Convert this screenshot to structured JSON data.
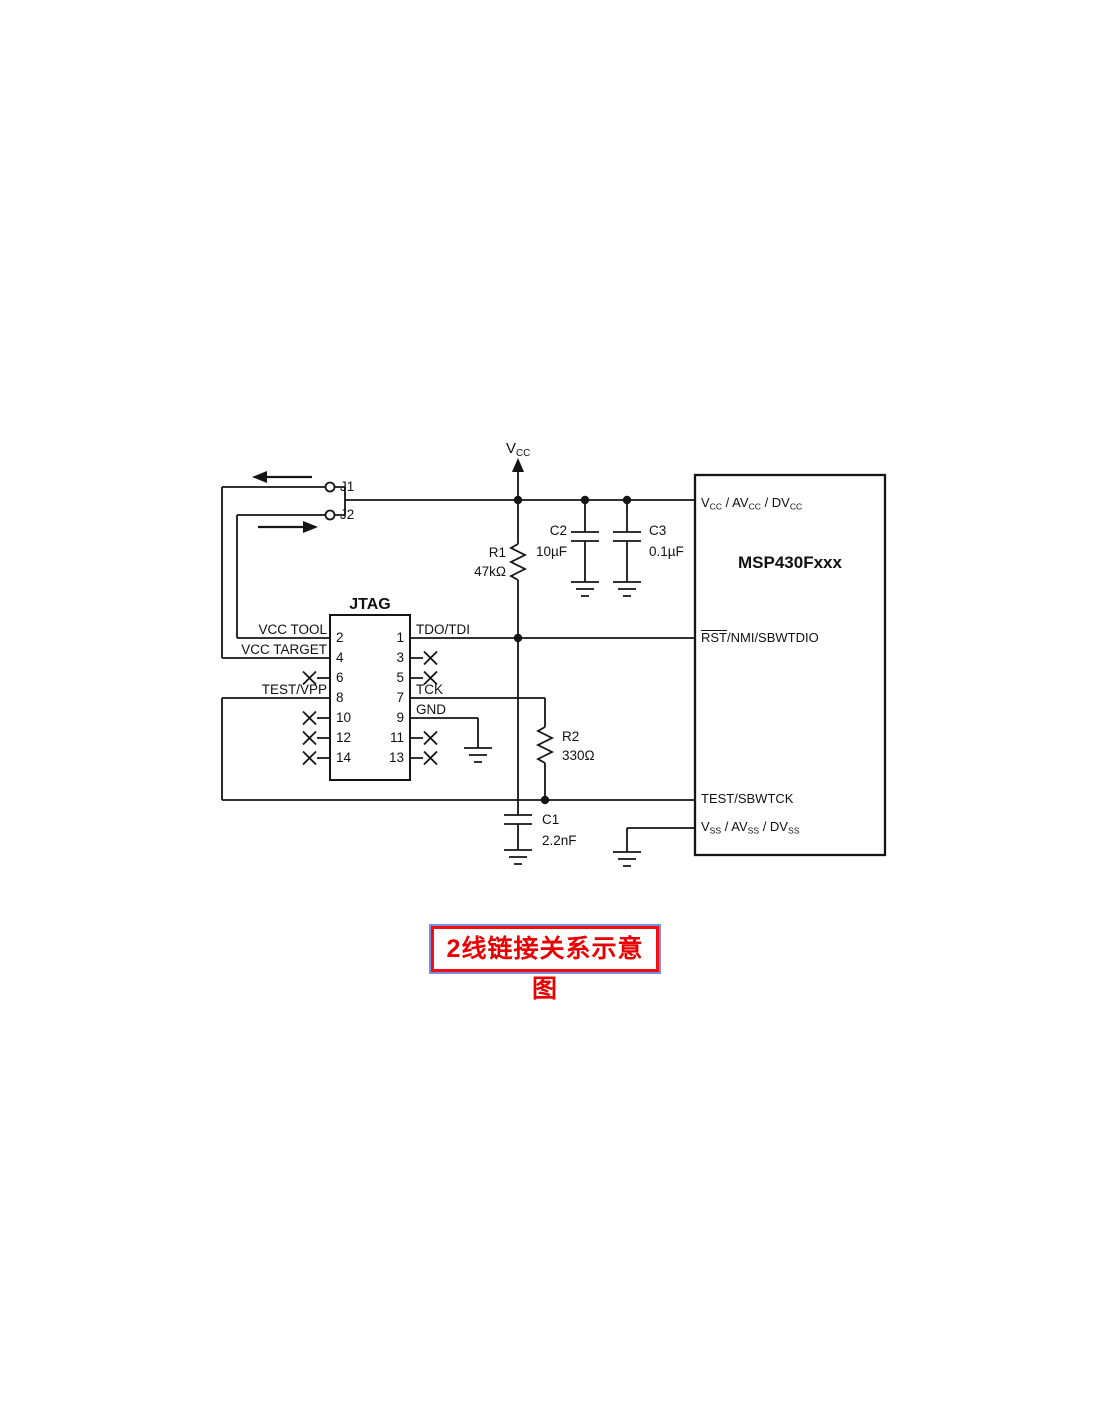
{
  "caption": "2线链接关系示意图",
  "colors": {
    "wire": "#151515",
    "caption_text": "#e80000",
    "caption_border": "#ee1010",
    "caption_outline": "#7d8ce0"
  },
  "power": {
    "vcc_top": {
      "p": "V",
      "s": "CC"
    }
  },
  "jumpers": {
    "j1": "J1",
    "j2": "J2"
  },
  "components": {
    "r1": {
      "name": "R1",
      "value": "47kΩ"
    },
    "r2": {
      "name": "R2",
      "value": "330Ω"
    },
    "c1": {
      "name": "C1",
      "value": "2.2nF"
    },
    "c2": {
      "name": "C2",
      "value": "10µF"
    },
    "c3": {
      "name": "C3",
      "value": "0.1µF"
    }
  },
  "jtag": {
    "title": "JTAG",
    "left_pins": [
      "2",
      "4",
      "6",
      "8",
      "10",
      "12",
      "14"
    ],
    "right_pins": [
      "1",
      "3",
      "5",
      "7",
      "9",
      "11",
      "13"
    ],
    "labels": {
      "vcc_tool": "VCC TOOL",
      "vcc_target": "VCC TARGET",
      "test_vpp": "TEST/VPP",
      "tdo_tdi": "TDO/TDI",
      "tck": "TCK",
      "gnd": "GND"
    }
  },
  "msp430": {
    "title": "MSP430Fxxx",
    "pins": {
      "vcc": {
        "p1": "V",
        "s1": "CC",
        "p2": " / AV",
        "s2": "CC",
        "p3": " / DV",
        "s3": "CC"
      },
      "rst": {
        "over": "RST",
        "rest": "/NMI/SBWTDIO"
      },
      "test": "TEST/SBWTCK",
      "vss": {
        "p1": "V",
        "s1": "SS",
        "p2": " / AV",
        "s2": "SS",
        "p3": " / DV",
        "s3": "SS"
      }
    }
  }
}
